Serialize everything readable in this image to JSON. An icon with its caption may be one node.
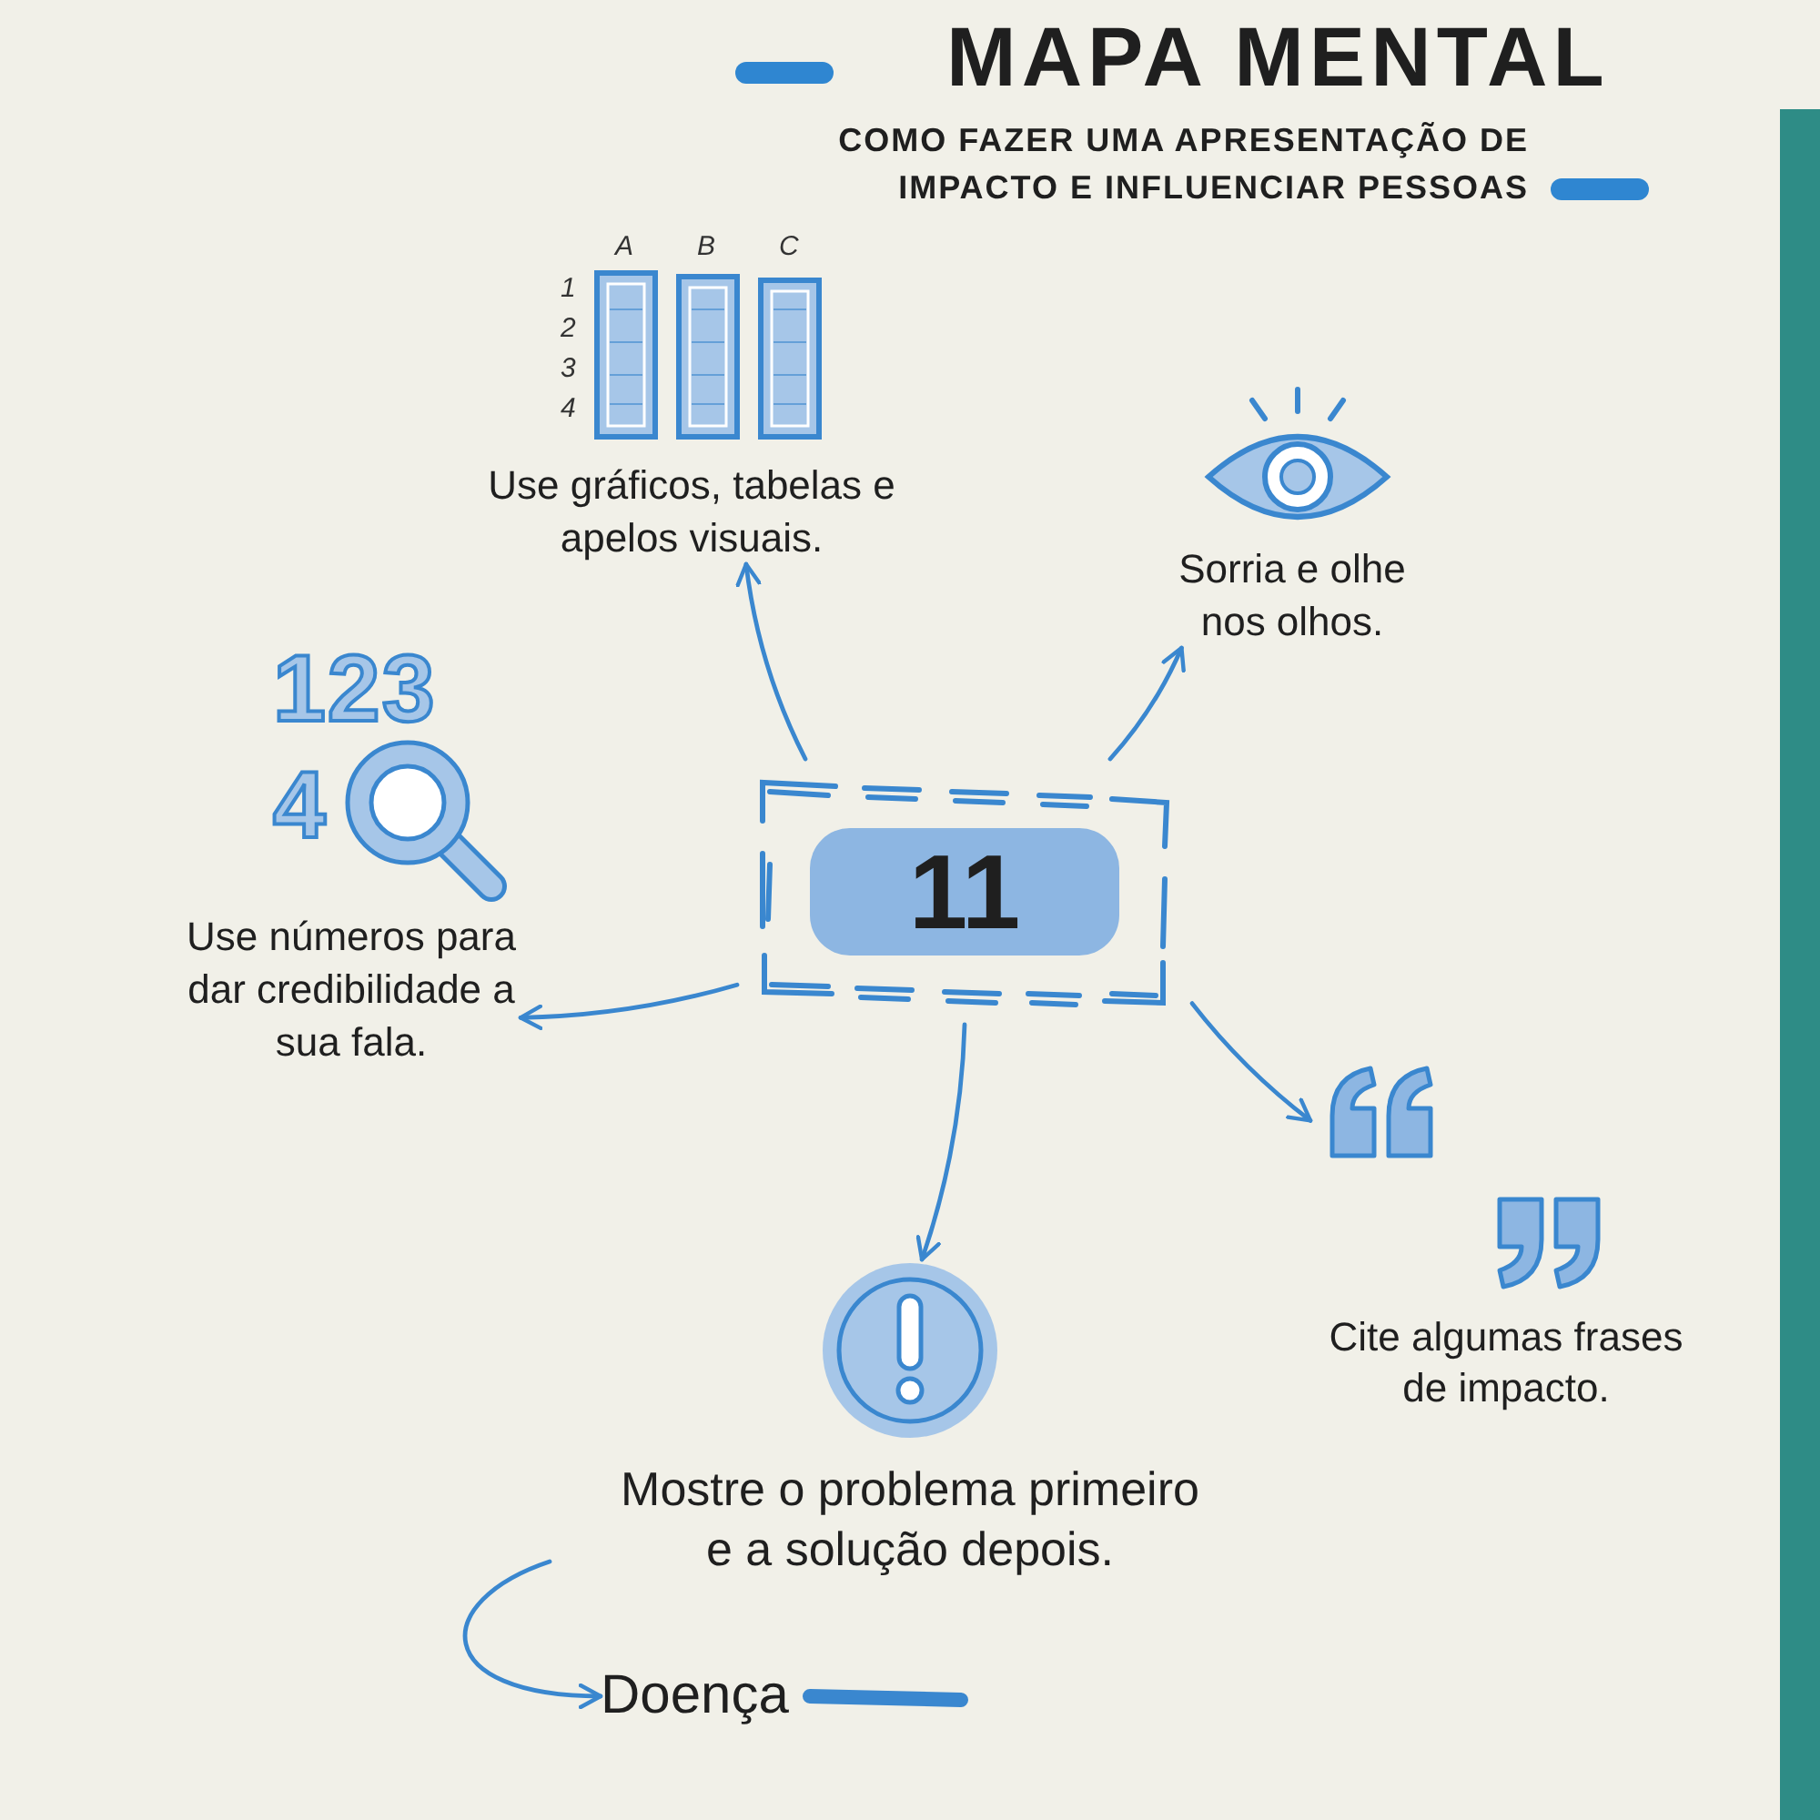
{
  "diagram": {
    "title": "MAPA MENTAL",
    "nodes": [
      {
        "text": [
          "11"
        ]
      },
      {
        "text": [
          "Use gráficos, tabelas e apelos visuais."
        ]
      },
      {
        "text": [
          "Sorria e olhe nos olhos."
        ]
      },
      {
        "text": [
          "Use números para dar credibilidade a sua fala."
        ]
      },
      {
        "text": [
          "Cite algumas frases de impacto."
        ]
      },
      {
        "text": [
          "Mostre o problema primeiro e a solução depois."
        ]
      },
      {
        "text": [
          "Doença"
        ]
      }
    ],
    "edges": [
      {
        "from": 0,
        "to": 1,
        "arrow": "to"
      },
      {
        "from": 0,
        "to": 2,
        "arrow": "to"
      },
      {
        "from": 0,
        "to": 3,
        "arrow": "to"
      },
      {
        "from": 0,
        "to": 4,
        "arrow": "to"
      },
      {
        "from": 0,
        "to": 5,
        "arrow": "to"
      },
      {
        "from": null,
        "to": 6,
        "arrow": "to"
      },
      {
        "from": 6,
        "to": null,
        "arrow": "none",
        "style": "thick"
      }
    ],
    "labels": [
      "COMO FAZER UMA APRESENTAÇÃO DE IMPACTO E INFLUENCIAR PESSOAS",
      "A",
      "B",
      "C",
      "1",
      "2",
      "3",
      "4",
      "123",
      "4"
    ]
  }
}
